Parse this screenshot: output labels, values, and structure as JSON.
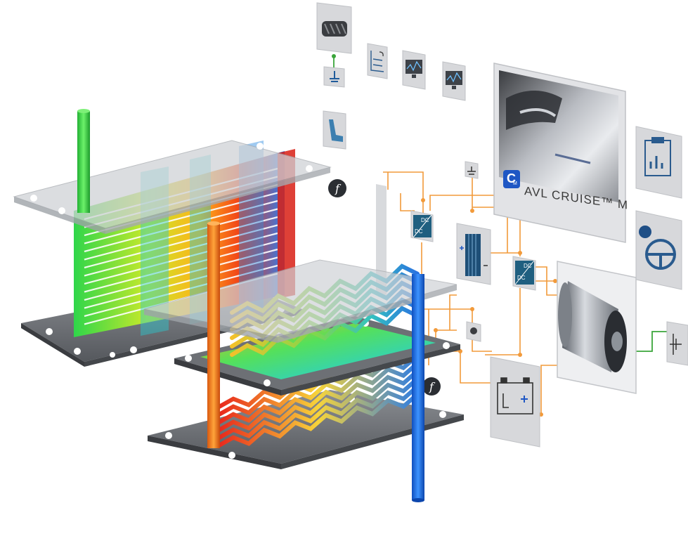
{
  "app": {
    "title": "AVL CRUISE™ M",
    "logo_letter": "C",
    "logo_sub": "M"
  },
  "converters": [
    {
      "top": "DC",
      "bottom": "DC"
    },
    {
      "top": "DC",
      "bottom": "DC"
    }
  ],
  "function_symbol": "f",
  "icons": [
    "tire-icon",
    "sensor-icon",
    "plot-icon",
    "monitor-scope-icon",
    "monitor-scope-icon",
    "vehicle-photo",
    "clipboard-chart-icon",
    "steering-wheel-icon",
    "seat-icon",
    "function-icon",
    "battery-pack-icon",
    "solar-cell-icon",
    "electric-motor-icon",
    "ground-icon",
    "gearbox-icon"
  ],
  "colors": {
    "wire_orange": "#f29a3a",
    "wire_green": "#3aa53a",
    "accent_blue": "#1f57c4",
    "panel_gray": "#dcdde0",
    "cold_blue": "#1d6fe0",
    "hot_red": "#e02a1a"
  }
}
